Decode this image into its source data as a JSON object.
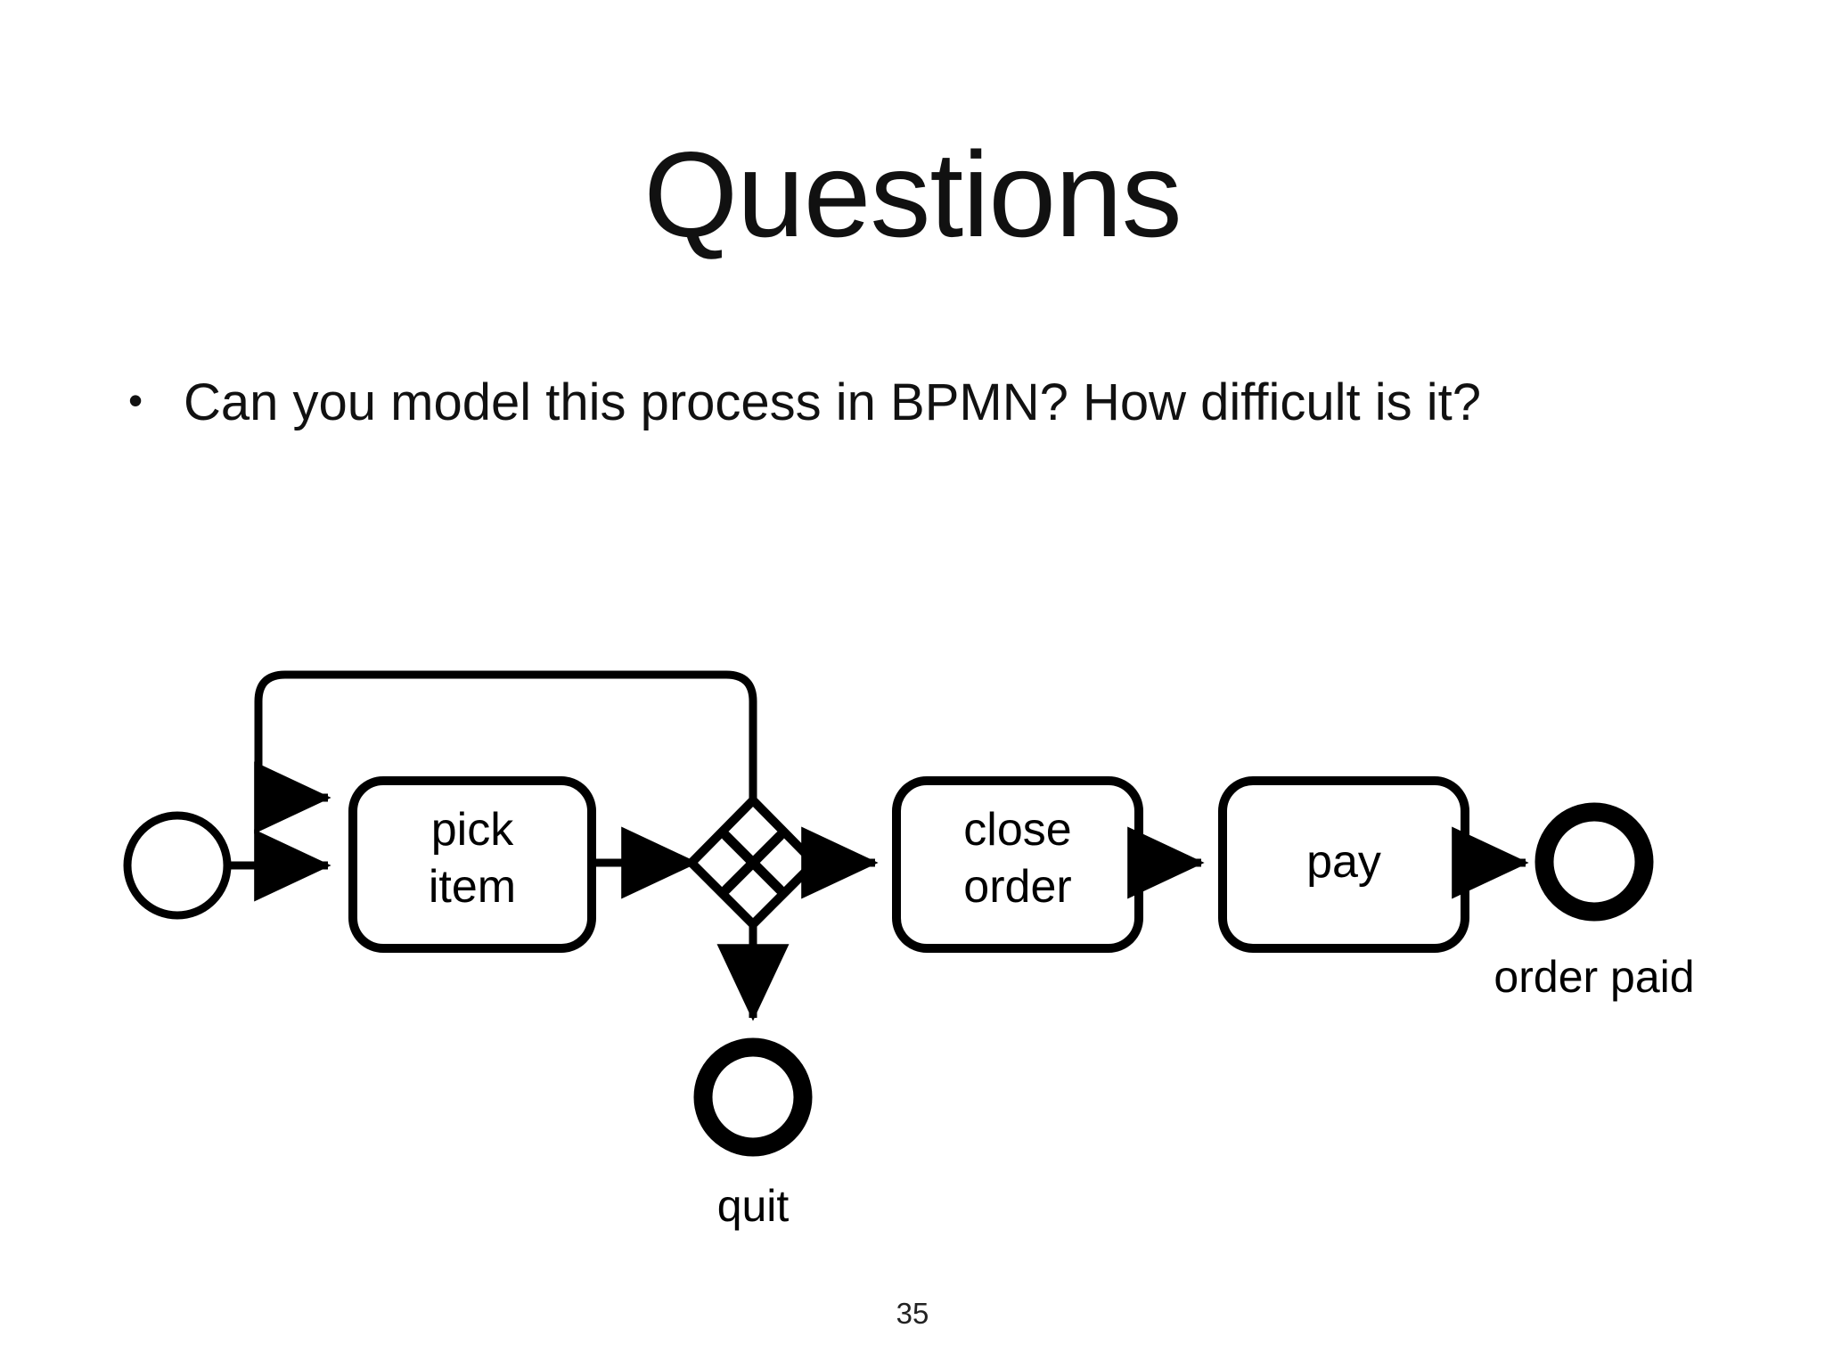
{
  "slide": {
    "title": "Questions",
    "page_number": "35",
    "background_color": "#ffffff",
    "text_color": "#111111"
  },
  "bullets": [
    {
      "marker": "•",
      "text": "Can you model this process in BPMN? How difficult is it?"
    }
  ],
  "diagram": {
    "notation": "BPMN",
    "stroke_color": "#000000",
    "fill_color": "#ffffff",
    "nodes": [
      {
        "id": "start",
        "type": "start-event",
        "label": ""
      },
      {
        "id": "pick-item",
        "type": "task",
        "label_line1": "pick",
        "label_line2": "item"
      },
      {
        "id": "gateway",
        "type": "exclusive-gateway",
        "label": ""
      },
      {
        "id": "close-order",
        "type": "task",
        "label_line1": "close",
        "label_line2": "order"
      },
      {
        "id": "pay",
        "type": "task",
        "label_line1": "pay",
        "label_line2": ""
      },
      {
        "id": "end-order-paid",
        "type": "end-event",
        "label": "order paid"
      },
      {
        "id": "end-quit",
        "type": "end-event",
        "label": "quit"
      }
    ],
    "flows": [
      {
        "from": "start",
        "to": "pick-item"
      },
      {
        "from": "pick-item",
        "to": "gateway"
      },
      {
        "from": "gateway",
        "to": "close-order"
      },
      {
        "from": "gateway",
        "to": "end-quit"
      },
      {
        "from": "gateway",
        "to": "pick-item",
        "kind": "loop-back"
      },
      {
        "from": "close-order",
        "to": "pay"
      },
      {
        "from": "pay",
        "to": "end-order-paid"
      }
    ]
  }
}
